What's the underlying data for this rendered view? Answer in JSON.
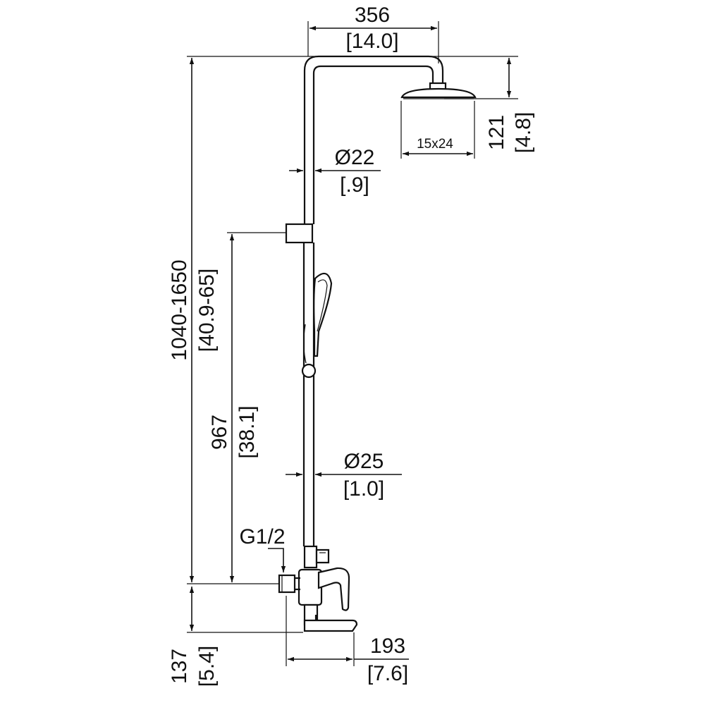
{
  "dimensions": {
    "top_width": {
      "mm": "356",
      "inch": "[14.0]"
    },
    "head_height": {
      "mm": "121",
      "inch": "[4.8]"
    },
    "head_size": "15x24",
    "upper_pipe_diameter": {
      "mm": "Ø22",
      "inch": "[.9]"
    },
    "total_height": {
      "mm": "1040-1650",
      "inch": "[40.9-65]"
    },
    "holder_height": {
      "mm": "967",
      "inch": "[38.1]"
    },
    "lower_pipe_diameter": {
      "mm": "Ø25",
      "inch": "[1.0]"
    },
    "thread": "G1/2",
    "bottom_height": {
      "mm": "137",
      "inch": "[5.4]"
    },
    "spout_depth": {
      "mm": "193",
      "inch": "[7.6]"
    }
  },
  "colors": {
    "line": "#111111",
    "background": "#ffffff"
  }
}
